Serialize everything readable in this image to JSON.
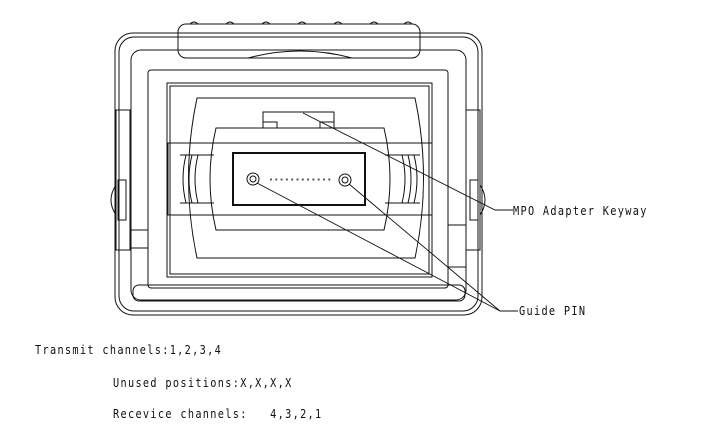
{
  "callouts": {
    "keyway": "MPO Adapter Keyway",
    "guide_pin": "Guide PIN"
  },
  "notes": {
    "transmit": "Transmit channels:1,2,3,4",
    "unused": "Unused positions:X,X,X,X",
    "receive": "Recevice channels:   4,3,2,1"
  },
  "fiber_count": 12
}
